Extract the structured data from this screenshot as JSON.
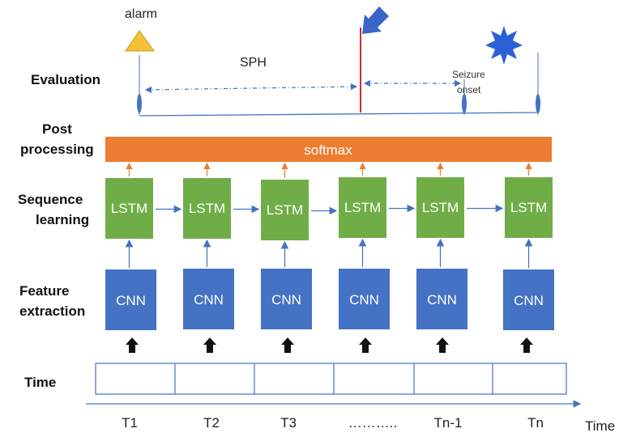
{
  "rows": {
    "evaluation": "Evaluation",
    "post_processing": [
      "Post",
      "processing"
    ],
    "sequence_learning": [
      "Sequence",
      "learning"
    ],
    "feature_extraction": [
      "Feature",
      "extraction"
    ],
    "time": "Time"
  },
  "evaluation": {
    "alarm": "alarm",
    "sph": "SPH",
    "seizure_onset": [
      "Seizure",
      "onset"
    ]
  },
  "softmax_label": "softmax",
  "lstm_label": "LSTM",
  "cnn_label": "CNN",
  "time_ticks": [
    "T1",
    "T2",
    "T3",
    "………..",
    "Tn-1",
    "Tn"
  ],
  "time_axis_label": "Time",
  "colors": {
    "lstm": "#70ad47",
    "cnn": "#4472c4",
    "softmax": "#ed7d31",
    "alarm": "#f5c13a",
    "seizure": "#2a62d6",
    "marker": "#e0242b"
  }
}
